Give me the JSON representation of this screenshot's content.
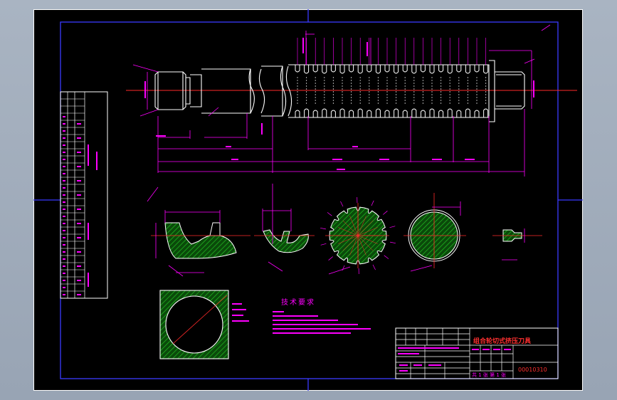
{
  "title_block": {
    "drawing_title": "组合轮切式挤压刀具",
    "drawing_number": "00010310",
    "sheet_info": "共 1 张 第 1 张"
  },
  "notes": {
    "heading": "技术要求"
  },
  "colors": {
    "background": "#000000",
    "frame": "#ffffff",
    "border": "#3a3aff",
    "outline": "#ffffff",
    "dimension": "#ff00ff",
    "centerline": "#ff2a2a",
    "hatch": "#00c000",
    "title_text": "#ff3030"
  }
}
